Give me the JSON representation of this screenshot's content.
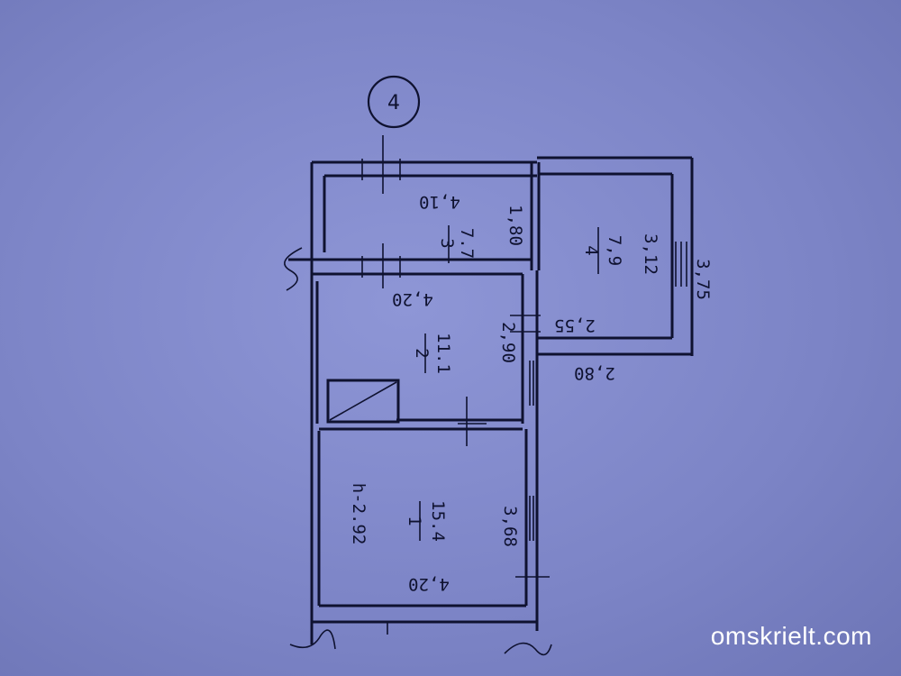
{
  "plan_marker": "4",
  "rooms": [
    {
      "number": "1",
      "area": "15.4",
      "dims": [
        "4,20",
        "3,68"
      ],
      "height": "h-2.92"
    },
    {
      "number": "2",
      "area": "11.1",
      "dims": [
        "4,20",
        "2,90"
      ]
    },
    {
      "number": "3",
      "area": "7.7",
      "dims": [
        "4,10",
        "1,80"
      ]
    },
    {
      "number": "4",
      "area": "7,9",
      "dims": [
        "3,12",
        "3,75",
        "2,55",
        "2,80"
      ]
    }
  ],
  "watermark": "omskrielt.com"
}
